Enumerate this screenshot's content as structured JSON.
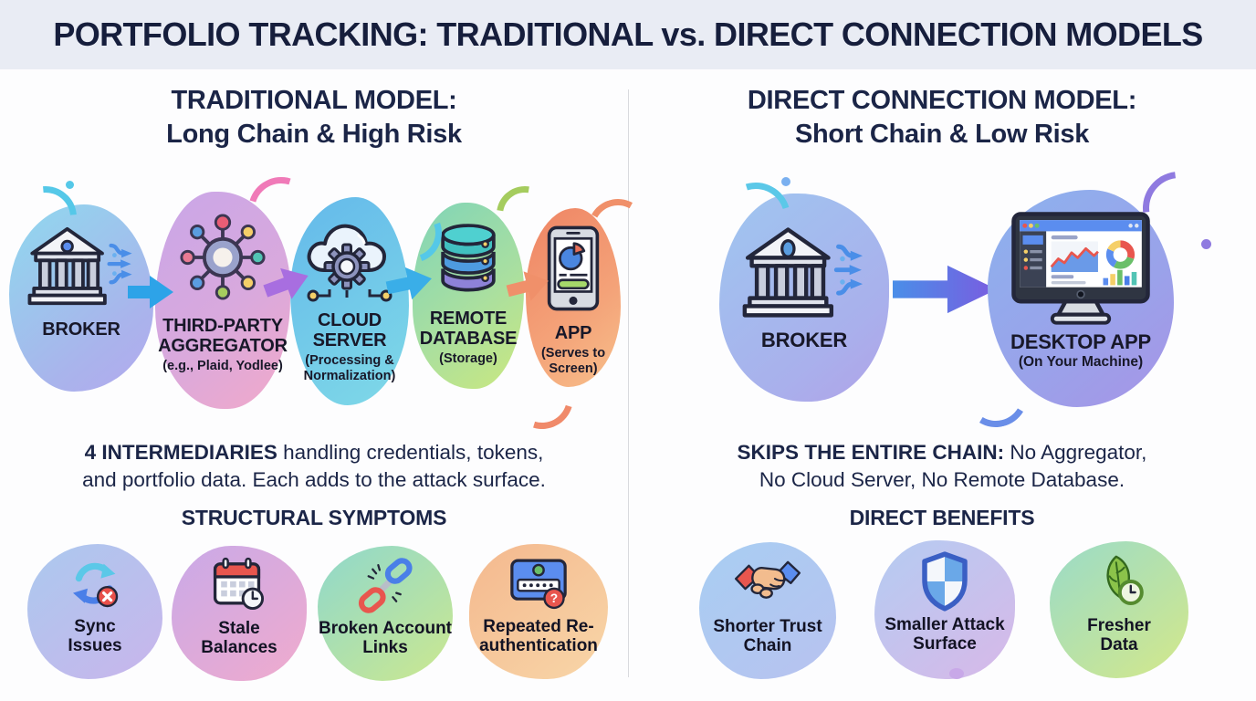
{
  "title": "PORTFOLIO TRACKING: TRADITIONAL vs. DIRECT CONNECTION MODELS",
  "left": {
    "heading_line1": "TRADITIONAL MODEL:",
    "heading_line2": "Long Chain & High Risk",
    "chain": [
      {
        "label": "BROKER",
        "sublabel": "",
        "icon": "bank-icon"
      },
      {
        "label": "THIRD-PARTY AGGREGATOR",
        "sublabel": "(e.g., Plaid, Yodlee)",
        "icon": "network-hub-icon"
      },
      {
        "label": "CLOUD SERVER",
        "sublabel": "(Processing & Normalization)",
        "icon": "cloud-gear-icon"
      },
      {
        "label": "REMOTE DATABASE",
        "sublabel": "(Storage)",
        "icon": "database-icon"
      },
      {
        "label": "APP",
        "sublabel": "(Serves to Screen)",
        "icon": "phone-icon"
      }
    ],
    "summary": {
      "bold": "4 INTERMEDIARIES",
      "rest_line1": " handling credentials, tokens,",
      "rest_line2": "and portfolio data. Each adds to the attack surface."
    },
    "section_heading": "STRUCTURAL SYMPTOMS",
    "symptoms": [
      {
        "label": "Sync Issues",
        "icon": "sync-error-icon"
      },
      {
        "label": "Stale Balances",
        "icon": "calendar-clock-icon"
      },
      {
        "label": "Broken Account Links",
        "icon": "broken-chain-icon"
      },
      {
        "label": "Repeated Re-authentication",
        "icon": "password-question-icon"
      }
    ]
  },
  "right": {
    "heading_line1": "DIRECT CONNECTION MODEL:",
    "heading_line2": "Short Chain & Low Risk",
    "chain": [
      {
        "label": "BROKER",
        "sublabel": "",
        "icon": "bank-icon"
      },
      {
        "label": "DESKTOP APP",
        "sublabel": "(On Your Machine)",
        "icon": "desktop-monitor-icon"
      }
    ],
    "summary": {
      "bold": "SKIPS THE ENTIRE CHAIN:",
      "rest_line1": " No Aggregator,",
      "rest_line2": "No Cloud Server, No Remote Database."
    },
    "section_heading": "DIRECT BENEFITS",
    "benefits": [
      {
        "label": "Shorter Trust Chain",
        "icon": "handshake-icon"
      },
      {
        "label": "Smaller Attack Surface",
        "icon": "shield-icon"
      },
      {
        "label": "Fresher Data",
        "icon": "leaf-clock-icon"
      }
    ]
  },
  "palette": {
    "header_bg": "#e9ecf4",
    "title_text": "#161e3c",
    "body_text": "#1b2547",
    "divider": "#d9dade",
    "arrow_blue": "#2da3e8",
    "arrow_purple": "#a86ee0",
    "arrow_orange": "#f0906a",
    "big_arrow_start": "#4a8ee8",
    "big_arrow_end": "#7a5ce0"
  }
}
